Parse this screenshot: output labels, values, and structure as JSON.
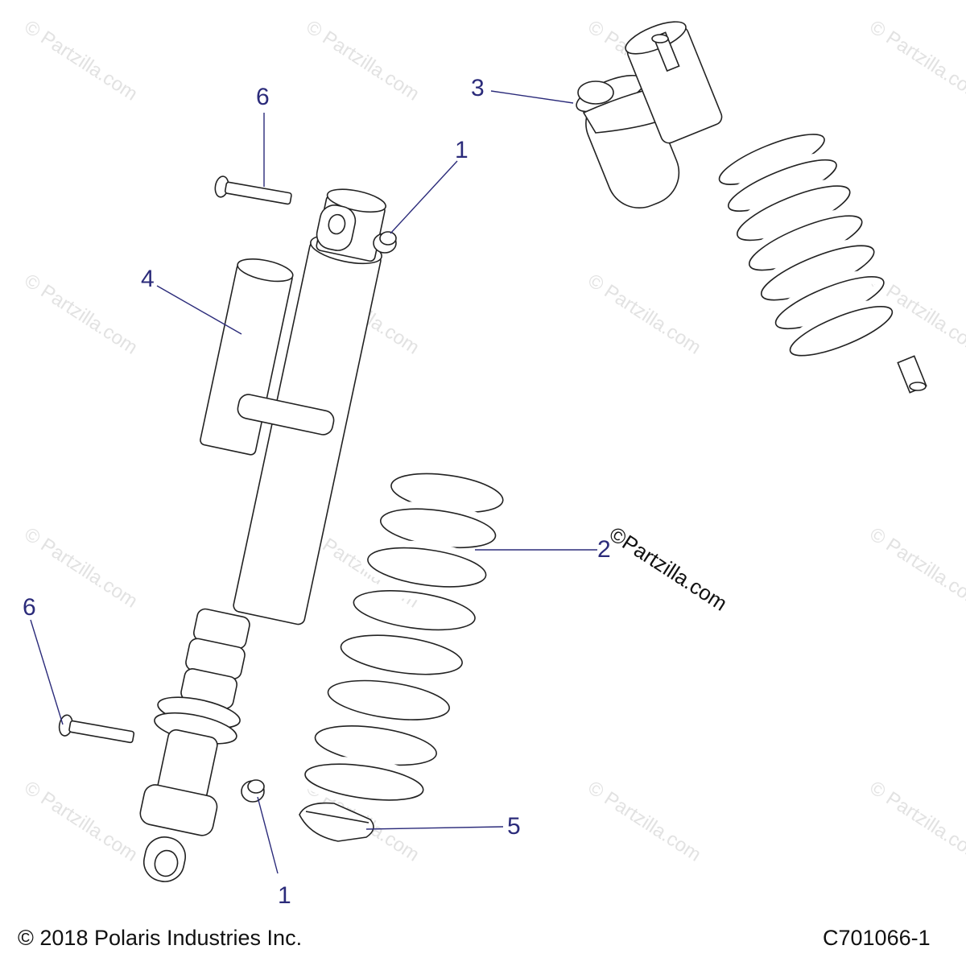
{
  "callouts": {
    "c1_top": "1",
    "c1_bottom": "1",
    "c2": "2",
    "c3": "3",
    "c4": "4",
    "c5": "5",
    "c6_top": "6",
    "c6_left": "6"
  },
  "watermark": {
    "text": "© Partzilla.com",
    "main_text": "©Partzilla.com"
  },
  "footer": {
    "copyright": "© 2018 Polaris Industries Inc.",
    "diagram_code": "C701066-1"
  },
  "colors": {
    "callout": "#2b2b7a",
    "line_art": "#222222",
    "watermark": "#e2e2e2"
  }
}
